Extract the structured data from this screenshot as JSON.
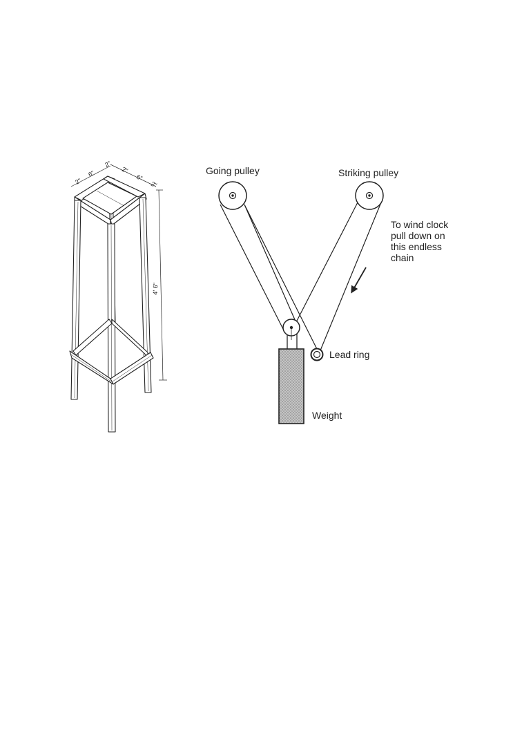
{
  "stand": {
    "dimensions": {
      "top_1": "2\"",
      "top_2": "6\"",
      "top_3": "2\"",
      "side_1": "2\"",
      "side_2": "6\"",
      "side_3": "2\"",
      "height": "4' 6\""
    }
  },
  "pulley_diagram": {
    "going_pulley_label": "Going pulley",
    "striking_pulley_label": "Striking pulley",
    "instruction_lines": [
      "To wind clock",
      "pull down on",
      "this endless",
      "chain"
    ],
    "lead_ring_label": "Lead ring",
    "weight_label": "Weight"
  },
  "colors": {
    "ink": "#222222",
    "weight_fill": "#b8b8b8",
    "wood_fill": "#ffffff"
  }
}
